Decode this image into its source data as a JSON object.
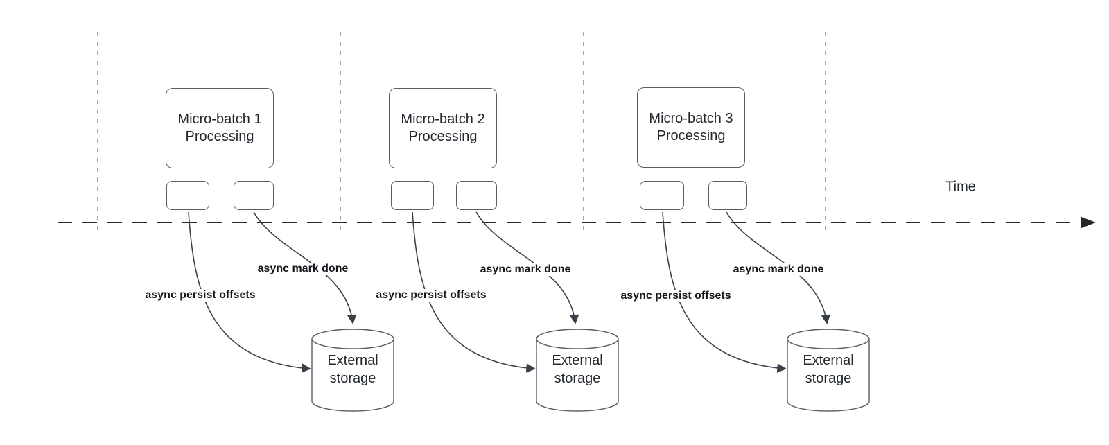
{
  "diagram": {
    "time_label": "Time",
    "batches": [
      {
        "title_line1": "Micro-batch 1",
        "title_line2": "Processing",
        "persist_label": "async persist offsets",
        "mark_done_label": "async mark done",
        "storage_line1": "External",
        "storage_line2": "storage"
      },
      {
        "title_line1": "Micro-batch 2",
        "title_line2": "Processing",
        "persist_label": "async persist offsets",
        "mark_done_label": "async mark done",
        "storage_line1": "External",
        "storage_line2": "storage"
      },
      {
        "title_line1": "Micro-batch 3",
        "title_line2": "Processing",
        "persist_label": "async persist offsets",
        "mark_done_label": "async mark done",
        "storage_line1": "External",
        "storage_line2": "storage"
      }
    ],
    "colors": {
      "arrow_stroke": "#3a4049",
      "axis_stroke": "#24292f",
      "guide_stroke": "#a6a6a6",
      "shape_border": "#595e66",
      "text": "#23282f",
      "background": "#ffffff"
    }
  }
}
